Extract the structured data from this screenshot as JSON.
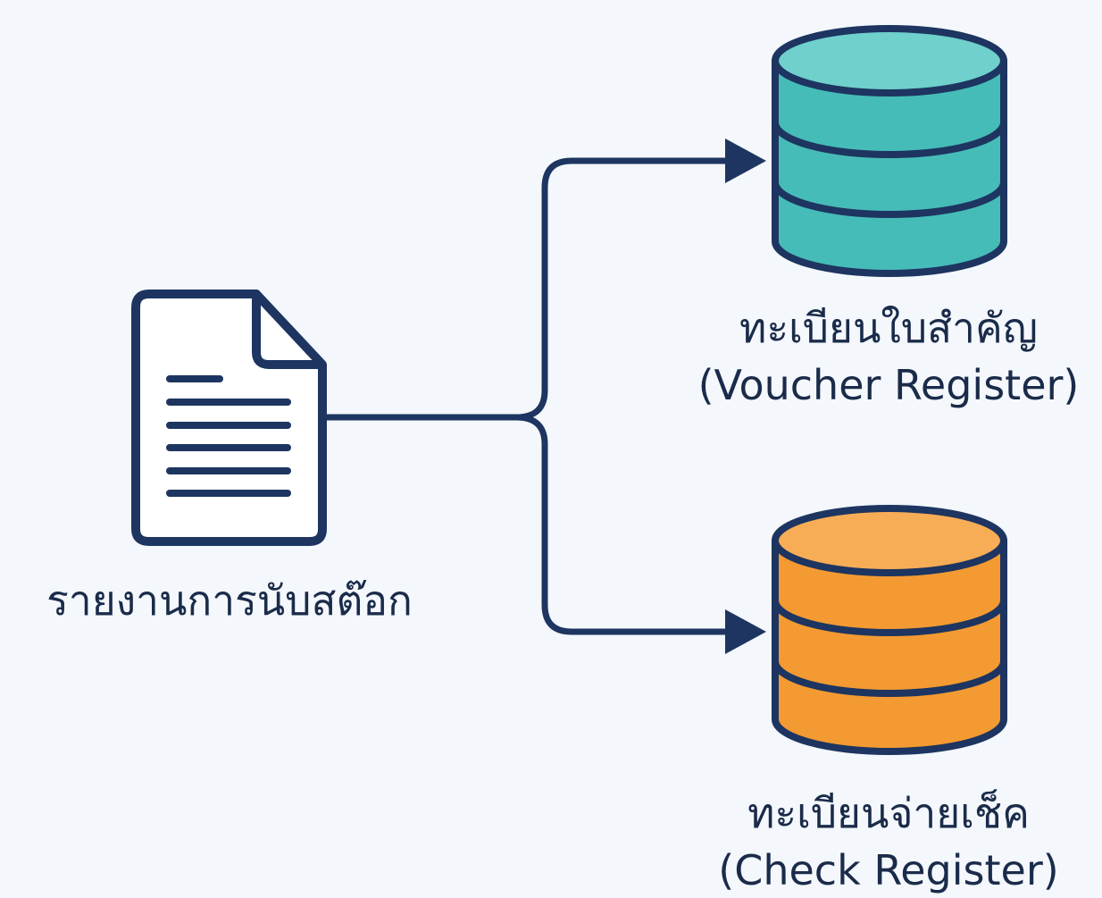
{
  "source": {
    "label": "รายงานการนับสต๊อก",
    "icon": "document-icon"
  },
  "targets": [
    {
      "label_th": "ทะเบียนใบสำคัญ",
      "label_en": "(Voucher Register)",
      "icon": "database-icon",
      "color": "#46bcb8"
    },
    {
      "label_th": "ทะเบียนจ่ายเช็ค",
      "label_en": "(Check Register)",
      "icon": "database-icon",
      "color": "#f49a32"
    }
  ],
  "colors": {
    "background": "#f4f7fb",
    "stroke": "#1d3560"
  }
}
